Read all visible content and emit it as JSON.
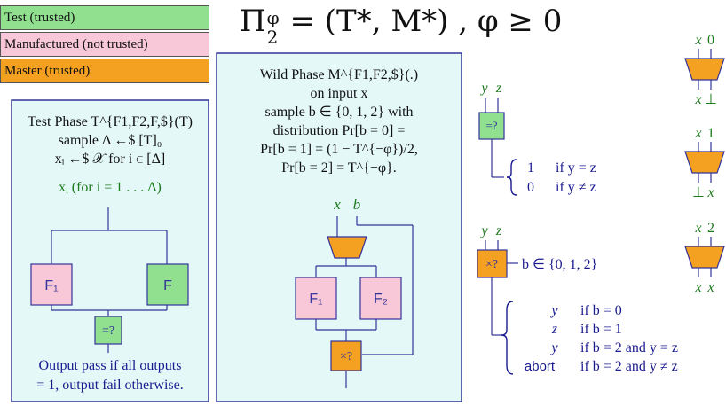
{
  "legend": {
    "test": "Test (trusted)",
    "manufactured": "Manufactured (not trusted)",
    "master": "Master (trusted)"
  },
  "colors": {
    "test_green": "#90e090",
    "manufactured_pink": "#f8c8d8",
    "master_orange": "#f4a020",
    "panel_bg": "#e4f8f8",
    "panel_border": "#333399",
    "text_blue": "#1a1a90",
    "text_green": "#1e7a1e"
  },
  "title": {
    "main": "Π",
    "sub": "2",
    "sup": "φ",
    "rest": " = (T*, M*) ,  φ ≥ 0"
  },
  "test_phase": {
    "line1": "Test Phase T^{F1,F2,F,$}(T)",
    "line2": "sample Δ ←$ [T]₀",
    "line3": "xᵢ ←$ 𝒳 for i ∈ [Δ]",
    "input_label": "xᵢ (for i = 1 . . . Δ)",
    "box_f1": "F₁",
    "box_f": "F",
    "eq_symbol": "=?",
    "output_line1": "Output pass if all outputs",
    "output_line2": "= 1, output fail otherwise."
  },
  "wild_phase": {
    "line1": "Wild Phase M^{F1,F2,$}(.)",
    "line2": "on input x",
    "line3": "sample b ∈ {0, 1, 2} with",
    "line4": "distribution Pr[b = 0] =",
    "line5": "Pr[b = 1] = (1 − T^{−φ})/2,",
    "line6": "Pr[b = 2] = T^{−φ}.",
    "input_x": "x",
    "input_b": "b",
    "box_f1": "F₁",
    "box_f2": "F₂",
    "mult_symbol": "×?"
  },
  "equality_gate": {
    "in1": "y",
    "in2": "z",
    "symbol": "=?",
    "case1_val": "1",
    "case1_cond": "if y = z",
    "case2_val": "0",
    "case2_cond": "if y ≠ z"
  },
  "select_gate": {
    "in1": "y",
    "in2": "z",
    "symbol": "×?",
    "b_label": "b ∈ {0, 1, 2}",
    "cases": [
      {
        "val": "y",
        "cond": "if b = 0"
      },
      {
        "val": "z",
        "cond": "if b = 1"
      },
      {
        "val": "y",
        "cond": "if b = 2 and y = z"
      },
      {
        "val": "abort",
        "cond": "if b = 2 and y ≠ z"
      }
    ]
  },
  "muxes": [
    {
      "top_left": "x",
      "top_right": "0",
      "bot_left": "x",
      "bot_right": "⊥"
    },
    {
      "top_left": "x",
      "top_right": "1",
      "bot_left": "⊥",
      "bot_right": "x"
    },
    {
      "top_left": "x",
      "top_right": "2",
      "bot_left": "x",
      "bot_right": "x"
    }
  ]
}
